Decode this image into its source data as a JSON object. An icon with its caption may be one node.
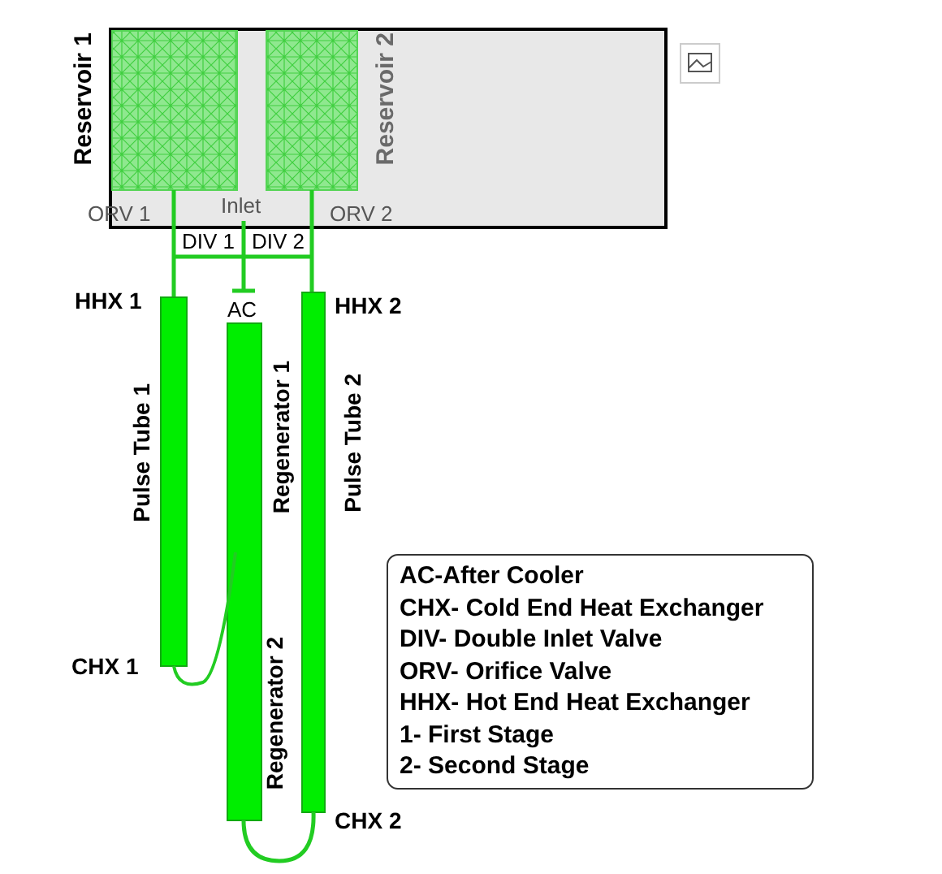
{
  "diagram": {
    "labels": [
      "Reservoir 1",
      "Reservoir 2",
      "Inlet",
      "ORV 1",
      "ORV 2",
      "DIV 1",
      "DIV 2",
      "HHX 1",
      "AC",
      "HHX 2",
      "Pulse Tube 1",
      "Regenerator 1",
      "Pulse Tube 2",
      "AC-After Cooler",
      "CHX- Cold End Heat Exchanger",
      "DIV- Double Inlet Valve",
      "ORV- Orifice Valve",
      "HHX- Hot End Heat Exchanger",
      "1- First Stage",
      "2- Second Stage",
      "CHX 1",
      "Regenerator 2",
      "CHX 2"
    ]
  }
}
